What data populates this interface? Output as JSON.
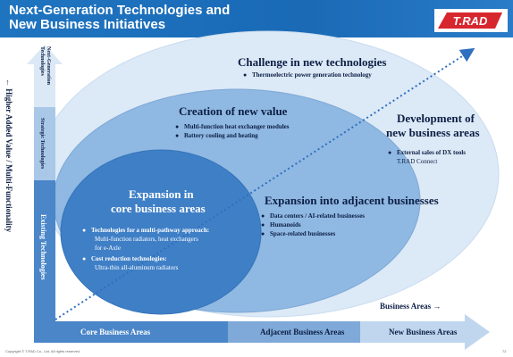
{
  "header": {
    "title": "Next-Generation Technologies and\nNew Business Initiatives",
    "logo_text": "T.RAD"
  },
  "axes": {
    "y_axis_label": "← Higher Added Value / Multi-Functionality",
    "x_axis_label": "Business Areas →",
    "y_segments": [
      "Next-Generation Technologies",
      "Strategic Technologies",
      "Existing Technologies"
    ],
    "x_segments": [
      "Core Business Areas",
      "Adjacent Business Areas",
      "New Business Areas"
    ]
  },
  "areas": {
    "challenge": {
      "title": "Challenge in new technologies",
      "items": [
        "Thermoelectric power generation technology"
      ]
    },
    "creation": {
      "title": "Creation of new value",
      "items": [
        "Multi-function heat exchanger modules",
        "Battery cooling and heating"
      ]
    },
    "development": {
      "title_line1": "Development of",
      "title_line2": "new business areas",
      "item1": "External sales of DX tools",
      "item1_sub": "T.RAD Connect"
    },
    "adjacent": {
      "title": "Expansion into adjacent businesses",
      "items": [
        "Data centers / AI-related businesses",
        "Humanoids",
        "Space-related businesses"
      ]
    },
    "core": {
      "title_line1": "Expansion in",
      "title_line2": "core business areas",
      "item1_title": "Technologies for a multi-pathway approach:",
      "item1_line2": "Multi-function radiators, heat exchangers",
      "item1_line3": "for e-Axle",
      "item2_title": "Cost reduction technologies:",
      "item2_line2": "Ultra-thin all-aluminum radiators"
    }
  },
  "footer": {
    "copyright": "Copyright © T.RAD Co., Ltd. All rights reserved.",
    "page": "72"
  },
  "colors": {
    "header_blue": "#1f74c0",
    "outer_ellipse": "#dce9f6",
    "middle_ellipse": "#8fb8e2",
    "inner_ellipse": "#3f7fc6",
    "dotted_arrow": "#2f6fbf"
  }
}
